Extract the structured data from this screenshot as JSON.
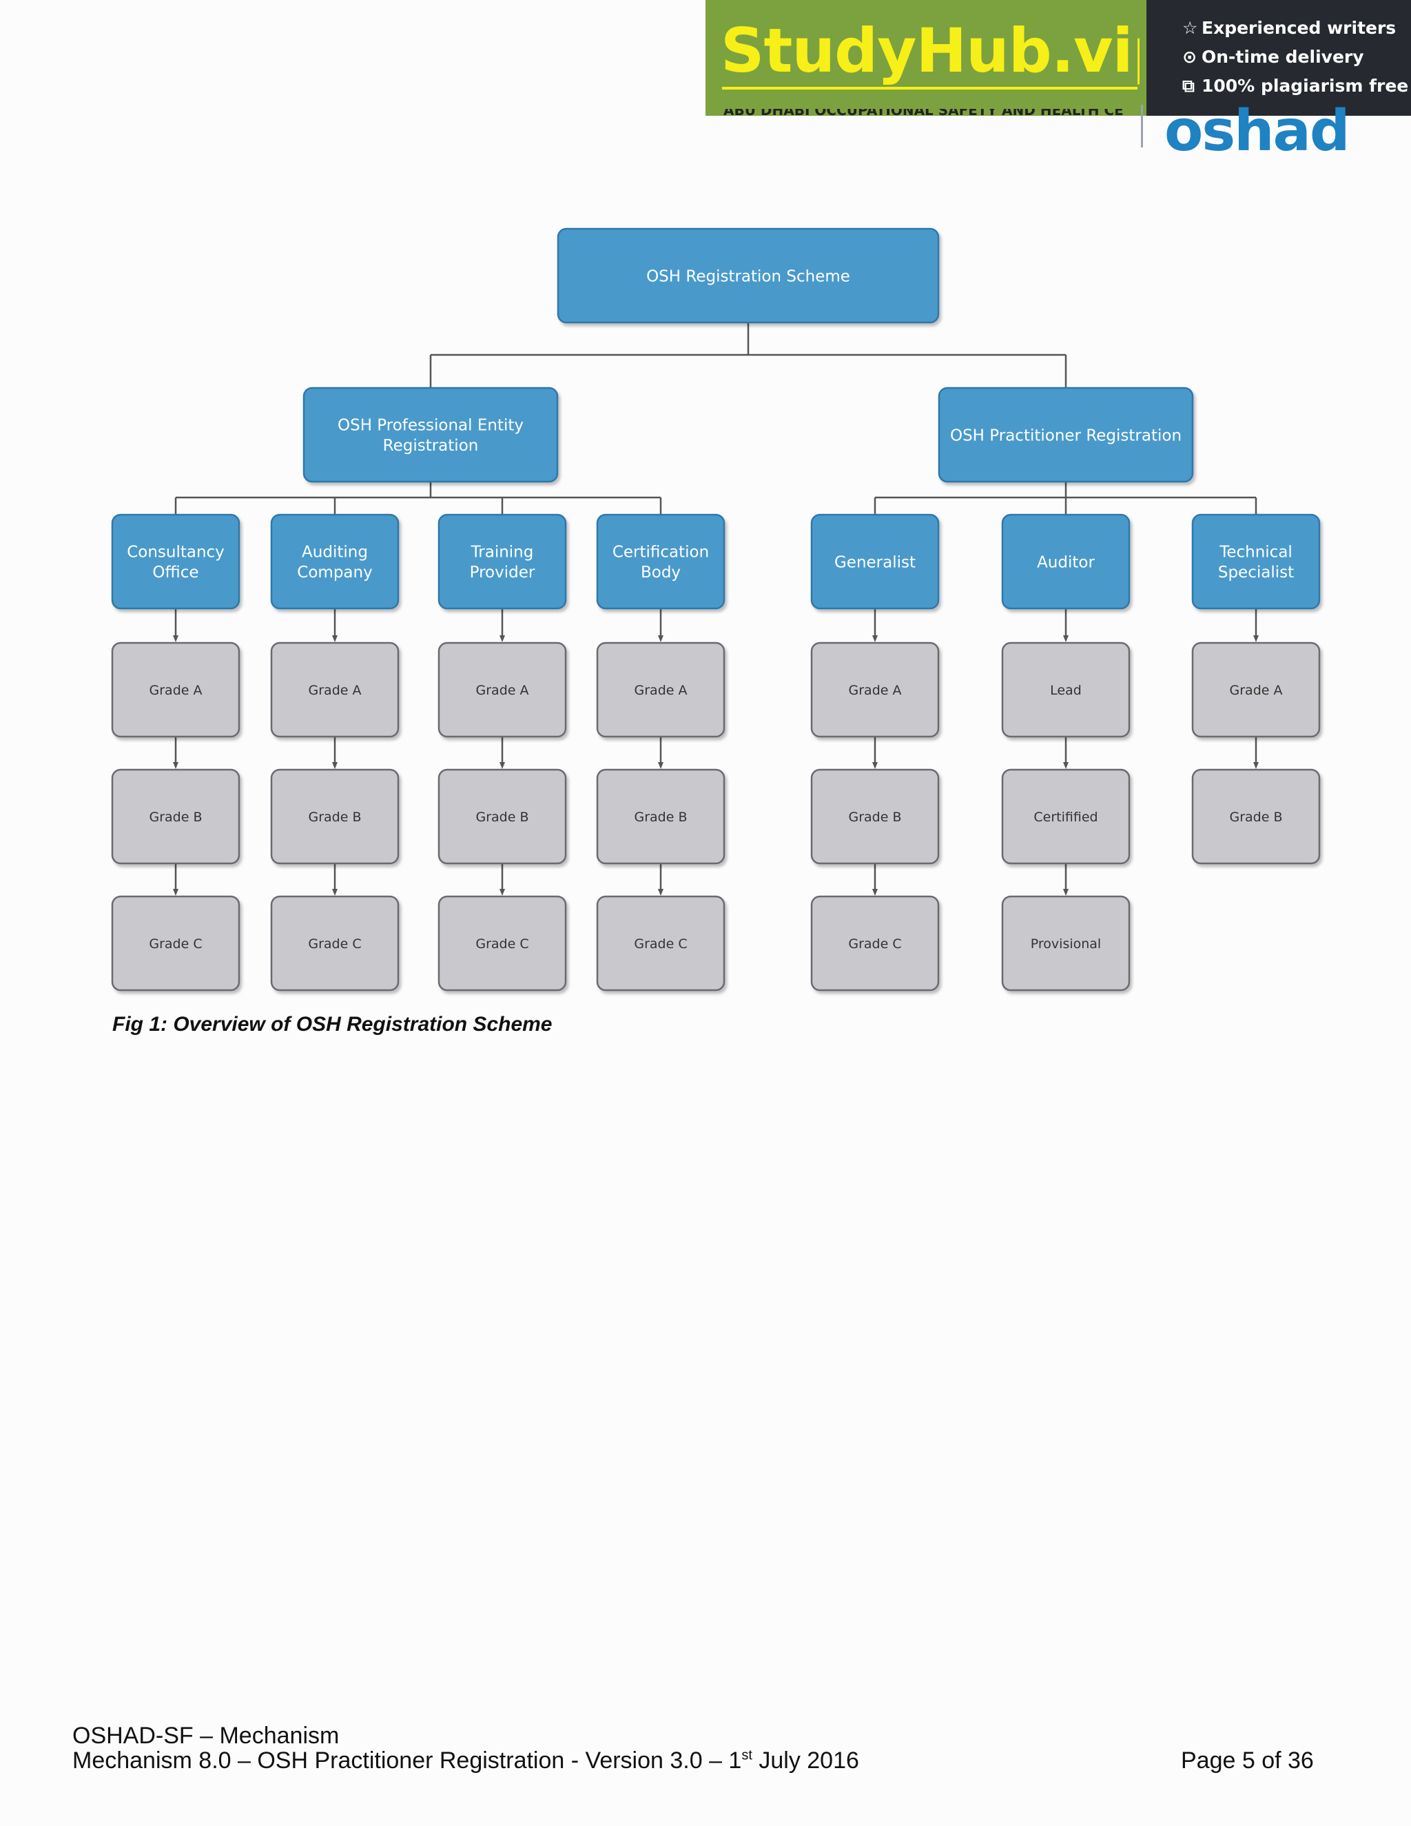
{
  "banner": {
    "brand": "StudyHub.vip",
    "features": [
      {
        "icon": "star-icon",
        "glyph": "☆",
        "text": "Experienced writers"
      },
      {
        "icon": "clock-icon",
        "glyph": "⊙",
        "text": "On-time delivery"
      },
      {
        "icon": "copy-icon",
        "glyph": "⧉",
        "text": "100% plagiarism free"
      }
    ]
  },
  "header": {
    "org_partial": "ABU DHABI OCCUPATIONAL SAFETY AND HEALTH CENTER",
    "logo": "oshad"
  },
  "diagram": {
    "root": {
      "id": "root",
      "label": [
        "OSH Registration Scheme"
      ]
    },
    "branches": [
      {
        "id": "entity",
        "label": [
          "OSH Professional Entity",
          "Registration"
        ],
        "children": [
          {
            "id": "consultancy",
            "label": [
              "Consultancy",
              "Office"
            ],
            "grades": [
              "Grade A",
              "Grade B",
              "Grade C"
            ]
          },
          {
            "id": "auditing",
            "label": [
              "Auditing",
              "Company"
            ],
            "grades": [
              "Grade A",
              "Grade B",
              "Grade C"
            ]
          },
          {
            "id": "training",
            "label": [
              "Training",
              "Provider"
            ],
            "grades": [
              "Grade A",
              "Grade B",
              "Grade C"
            ]
          },
          {
            "id": "certification",
            "label": [
              "Certification",
              "Body"
            ],
            "grades": [
              "Grade A",
              "Grade B",
              "Grade C"
            ]
          }
        ]
      },
      {
        "id": "practitioner",
        "label": [
          "OSH Practitioner Registration"
        ],
        "children": [
          {
            "id": "generalist",
            "label": [
              "Generalist"
            ],
            "grades": [
              "Grade A",
              "Grade B",
              "Grade C"
            ]
          },
          {
            "id": "auditor",
            "label": [
              "Auditor"
            ],
            "grades": [
              "Lead",
              "Certifified",
              "Provisional"
            ]
          },
          {
            "id": "technical",
            "label": [
              "Technical",
              "Specialist"
            ],
            "grades": [
              "Grade A",
              "Grade B"
            ]
          }
        ]
      }
    ],
    "colors": {
      "blue_fill": "#4a9acb",
      "blue_border": "#2f78aa",
      "grey_fill": "#c9c8cc",
      "grey_border": "#6b6b70",
      "line": "#555555"
    }
  },
  "caption": "Fig 1: Overview of OSH Registration Scheme",
  "footer": {
    "line1": "OSHAD-SF – Mechanism",
    "line2_main": "Mechanism 8.0 – OSH Practitioner Registration - Version 3.0 – 1",
    "line2_sup": "st",
    "line2_tail": " July 2016",
    "page": "Page 5 of 36"
  }
}
